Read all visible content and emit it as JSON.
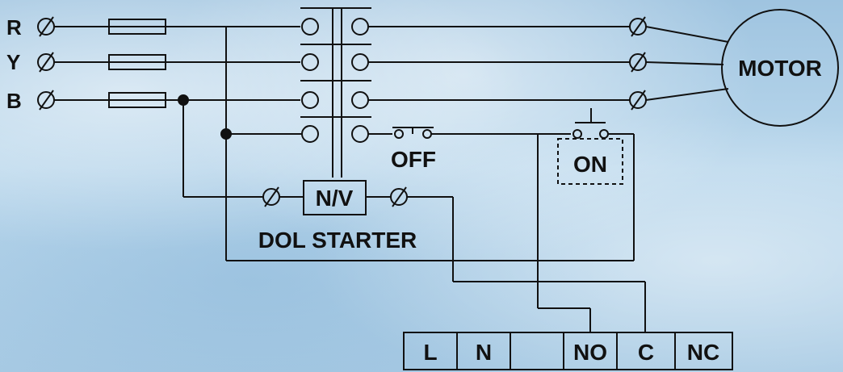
{
  "phases": [
    "R",
    "Y",
    "B"
  ],
  "motor_label": "MOTOR",
  "off_label": "OFF",
  "on_label": "ON",
  "nv_label": "N/V",
  "starter_label": "DOL STARTER",
  "terminals": [
    "L",
    "N",
    "",
    "NO",
    "C",
    "NC"
  ],
  "colors": {
    "line": "#111111",
    "background": "#a9cbe4"
  }
}
